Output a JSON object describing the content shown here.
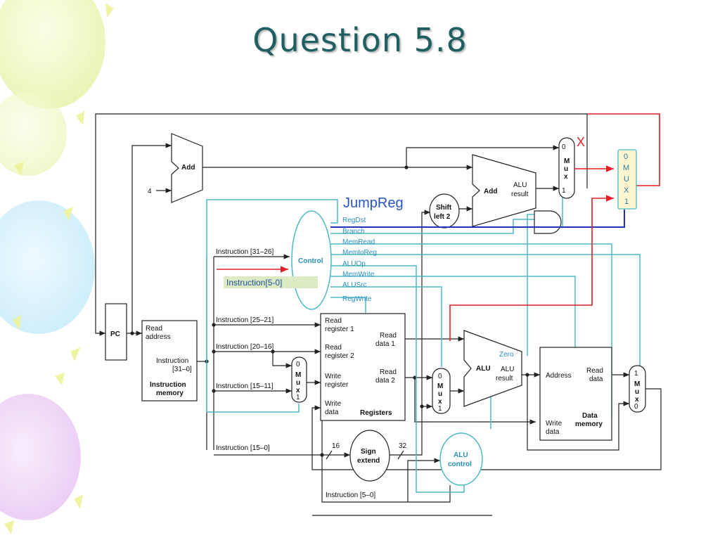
{
  "title": "Question 5.8",
  "annotations": {
    "jumpreg": "JumpReg",
    "x_mark": "X",
    "instr_5_0_box": "Instruction[5-0]",
    "new_mux": [
      "0",
      "M",
      "U",
      "X",
      "1"
    ]
  },
  "blocks": {
    "pc": "PC",
    "add_top": "Add",
    "four": "4",
    "add_branch": "Add",
    "add_branch_result": [
      "ALU",
      "result"
    ],
    "shift_left": [
      "Shift",
      "left 2"
    ],
    "control": "Control",
    "instr_mem": {
      "read_address": [
        "Read",
        "address"
      ],
      "instruction": [
        "Instruction",
        "[31–0]"
      ],
      "name": [
        "Instruction",
        "memory"
      ]
    },
    "registers": {
      "read_reg1": [
        "Read",
        "register 1"
      ],
      "read_reg2": [
        "Read",
        "register 2"
      ],
      "write_reg": [
        "Write",
        "register"
      ],
      "write_data": [
        "Write",
        "data"
      ],
      "read_data1": [
        "Read",
        "data 1"
      ],
      "read_data2": [
        "Read",
        "data 2"
      ],
      "name": "Registers"
    },
    "sign_extend": [
      "Sign",
      "extend"
    ],
    "sign_in": "16",
    "sign_out": "32",
    "alu": "ALU",
    "alu_zero": "Zero",
    "alu_result": [
      "ALU",
      "result"
    ],
    "alu_control": [
      "ALU",
      "control"
    ],
    "data_mem": {
      "address": "Address",
      "read_data": [
        "Read",
        "data"
      ],
      "write_data": [
        "Write",
        "data"
      ],
      "name": [
        "Data",
        "memory"
      ]
    },
    "mux_letters": [
      "M",
      "u",
      "x"
    ],
    "mux_top": {
      "top": "0",
      "bottom": "1"
    },
    "mux_regdst": {
      "top": "0",
      "bottom": "1"
    },
    "mux_alusrc": {
      "top": "0",
      "bottom": "1"
    },
    "mux_memtoreg": {
      "top": "1",
      "bottom": "0"
    }
  },
  "instruction_fields": {
    "f31_26": "Instruction [31–26]",
    "f25_21": "Instruction [25–21]",
    "f20_16": "Instruction [20–16]",
    "f15_11": "Instruction [15–11]",
    "f15_0": "Instruction [15–0]",
    "f5_0": "Instruction [5–0]"
  },
  "control_signals": [
    "RegDst",
    "Branch",
    "MemRead",
    "MemtoReg",
    "ALUOp",
    "MemWrite",
    "ALUSrc",
    "RegWrite"
  ],
  "colors": {
    "title": "#1f5f61",
    "control_lines": "#4db8c6",
    "annotation_red": "#e21f26",
    "jumpreg_blue": "#2233bb",
    "new_mux_fill": "#fbf6d0"
  }
}
